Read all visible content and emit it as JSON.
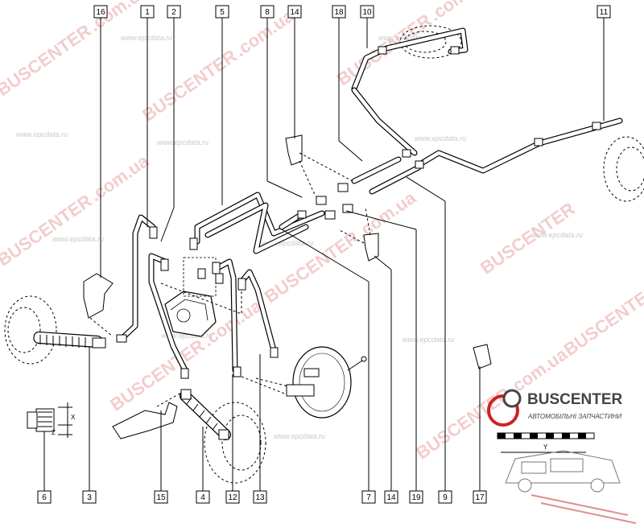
{
  "callouts": [
    {
      "label": "16"
    },
    {
      "label": "1"
    },
    {
      "label": "2"
    },
    {
      "label": "5"
    },
    {
      "label": "8"
    },
    {
      "label": "14"
    },
    {
      "label": "18"
    },
    {
      "label": "10"
    },
    {
      "label": "11"
    },
    {
      "label": "6"
    },
    {
      "label": "3"
    },
    {
      "label": "15"
    },
    {
      "label": "4"
    },
    {
      "label": "12"
    },
    {
      "label": "13"
    },
    {
      "label": "7"
    },
    {
      "label": "14"
    },
    {
      "label": "19"
    },
    {
      "label": "9"
    },
    {
      "label": "17"
    }
  ],
  "dimensions": {
    "x": "X",
    "z": "Z",
    "y": "Y"
  },
  "logo": {
    "title": "BUSCENTER",
    "subtitle": "АВТОМОБІЛЬНІ ЗАПЧАСТИНИ"
  },
  "watermarks": {
    "brand": "BUSCENTER",
    "domain": ".com.ua",
    "source": "www.epcdata.ru"
  }
}
